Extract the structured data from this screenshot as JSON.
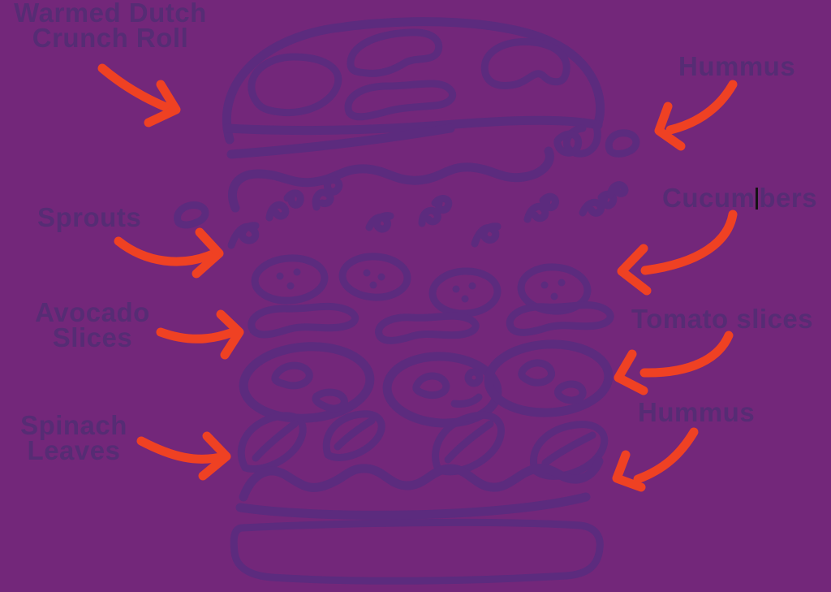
{
  "theme": {
    "background": "#73277A",
    "line": "#5C2B7E",
    "text": "#562C74",
    "arrow": "#EF4123",
    "caret": "#141414"
  },
  "labels": {
    "warmed_roll": "Warmed Dutch\nCrunch Roll",
    "hummus_top": "Hummus",
    "sprouts": "Sprouts",
    "cucumbers_before_caret": "Cucum",
    "cucumbers_after_caret": "bers",
    "avocado": "Avocado\nSlices",
    "tomato": "Tomato slices",
    "spinach": "Spinach\nLeaves",
    "hummus_bottom": "Hummus"
  },
  "illustration": {
    "subject": "hand-drawn deconstructed sandwich sketch",
    "layers_top_to_bottom": [
      "top roll",
      "hummus spread",
      "sprouts",
      "cucumber slices",
      "avocado slices",
      "tomato slices",
      "spinach leaves",
      "hummus drizzle",
      "bottom roll"
    ]
  }
}
